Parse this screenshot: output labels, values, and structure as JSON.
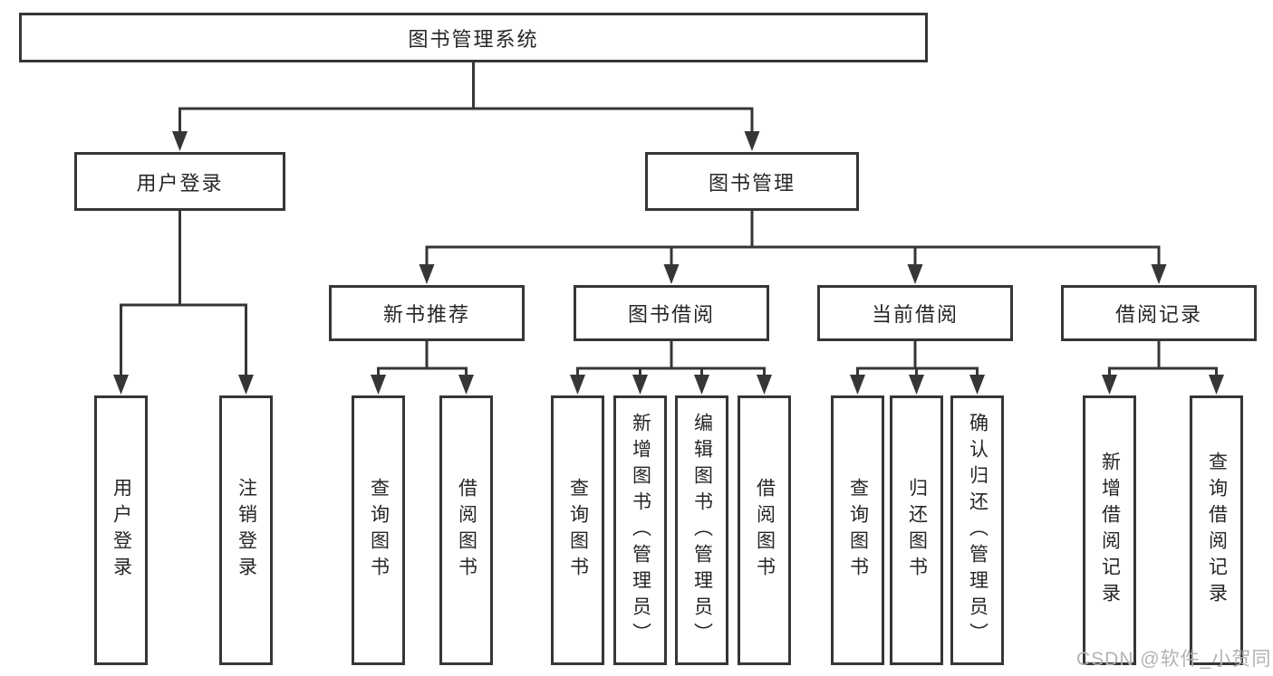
{
  "tree": {
    "label": "图书管理系统",
    "children": [
      {
        "label": "用户登录",
        "children": [
          {
            "label": "用户登录"
          },
          {
            "label": "注销登录"
          }
        ]
      },
      {
        "label": "图书管理",
        "children": [
          {
            "label": "新书推荐",
            "children": [
              {
                "label": "查询图书"
              },
              {
                "label": "借阅图书"
              }
            ]
          },
          {
            "label": "图书借阅",
            "children": [
              {
                "label": "查询图书"
              },
              {
                "label": "新增图书（管理员）"
              },
              {
                "label": "编辑图书（管理员）"
              },
              {
                "label": "借阅图书"
              }
            ]
          },
          {
            "label": "当前借阅",
            "children": [
              {
                "label": "查询图书"
              },
              {
                "label": "归还图书"
              },
              {
                "label": "确认归还（管理员）"
              }
            ]
          },
          {
            "label": "借阅记录",
            "children": [
              {
                "label": "新增借阅记录"
              },
              {
                "label": "查询借阅记录"
              }
            ]
          }
        ]
      }
    ]
  },
  "watermark": "CSDN @软件_小贺同学",
  "colors": {
    "line": "#363636",
    "text": "#262626",
    "box_fill": "#ffffff",
    "background": "#ffffff",
    "watermark": "#b3b3b3"
  }
}
